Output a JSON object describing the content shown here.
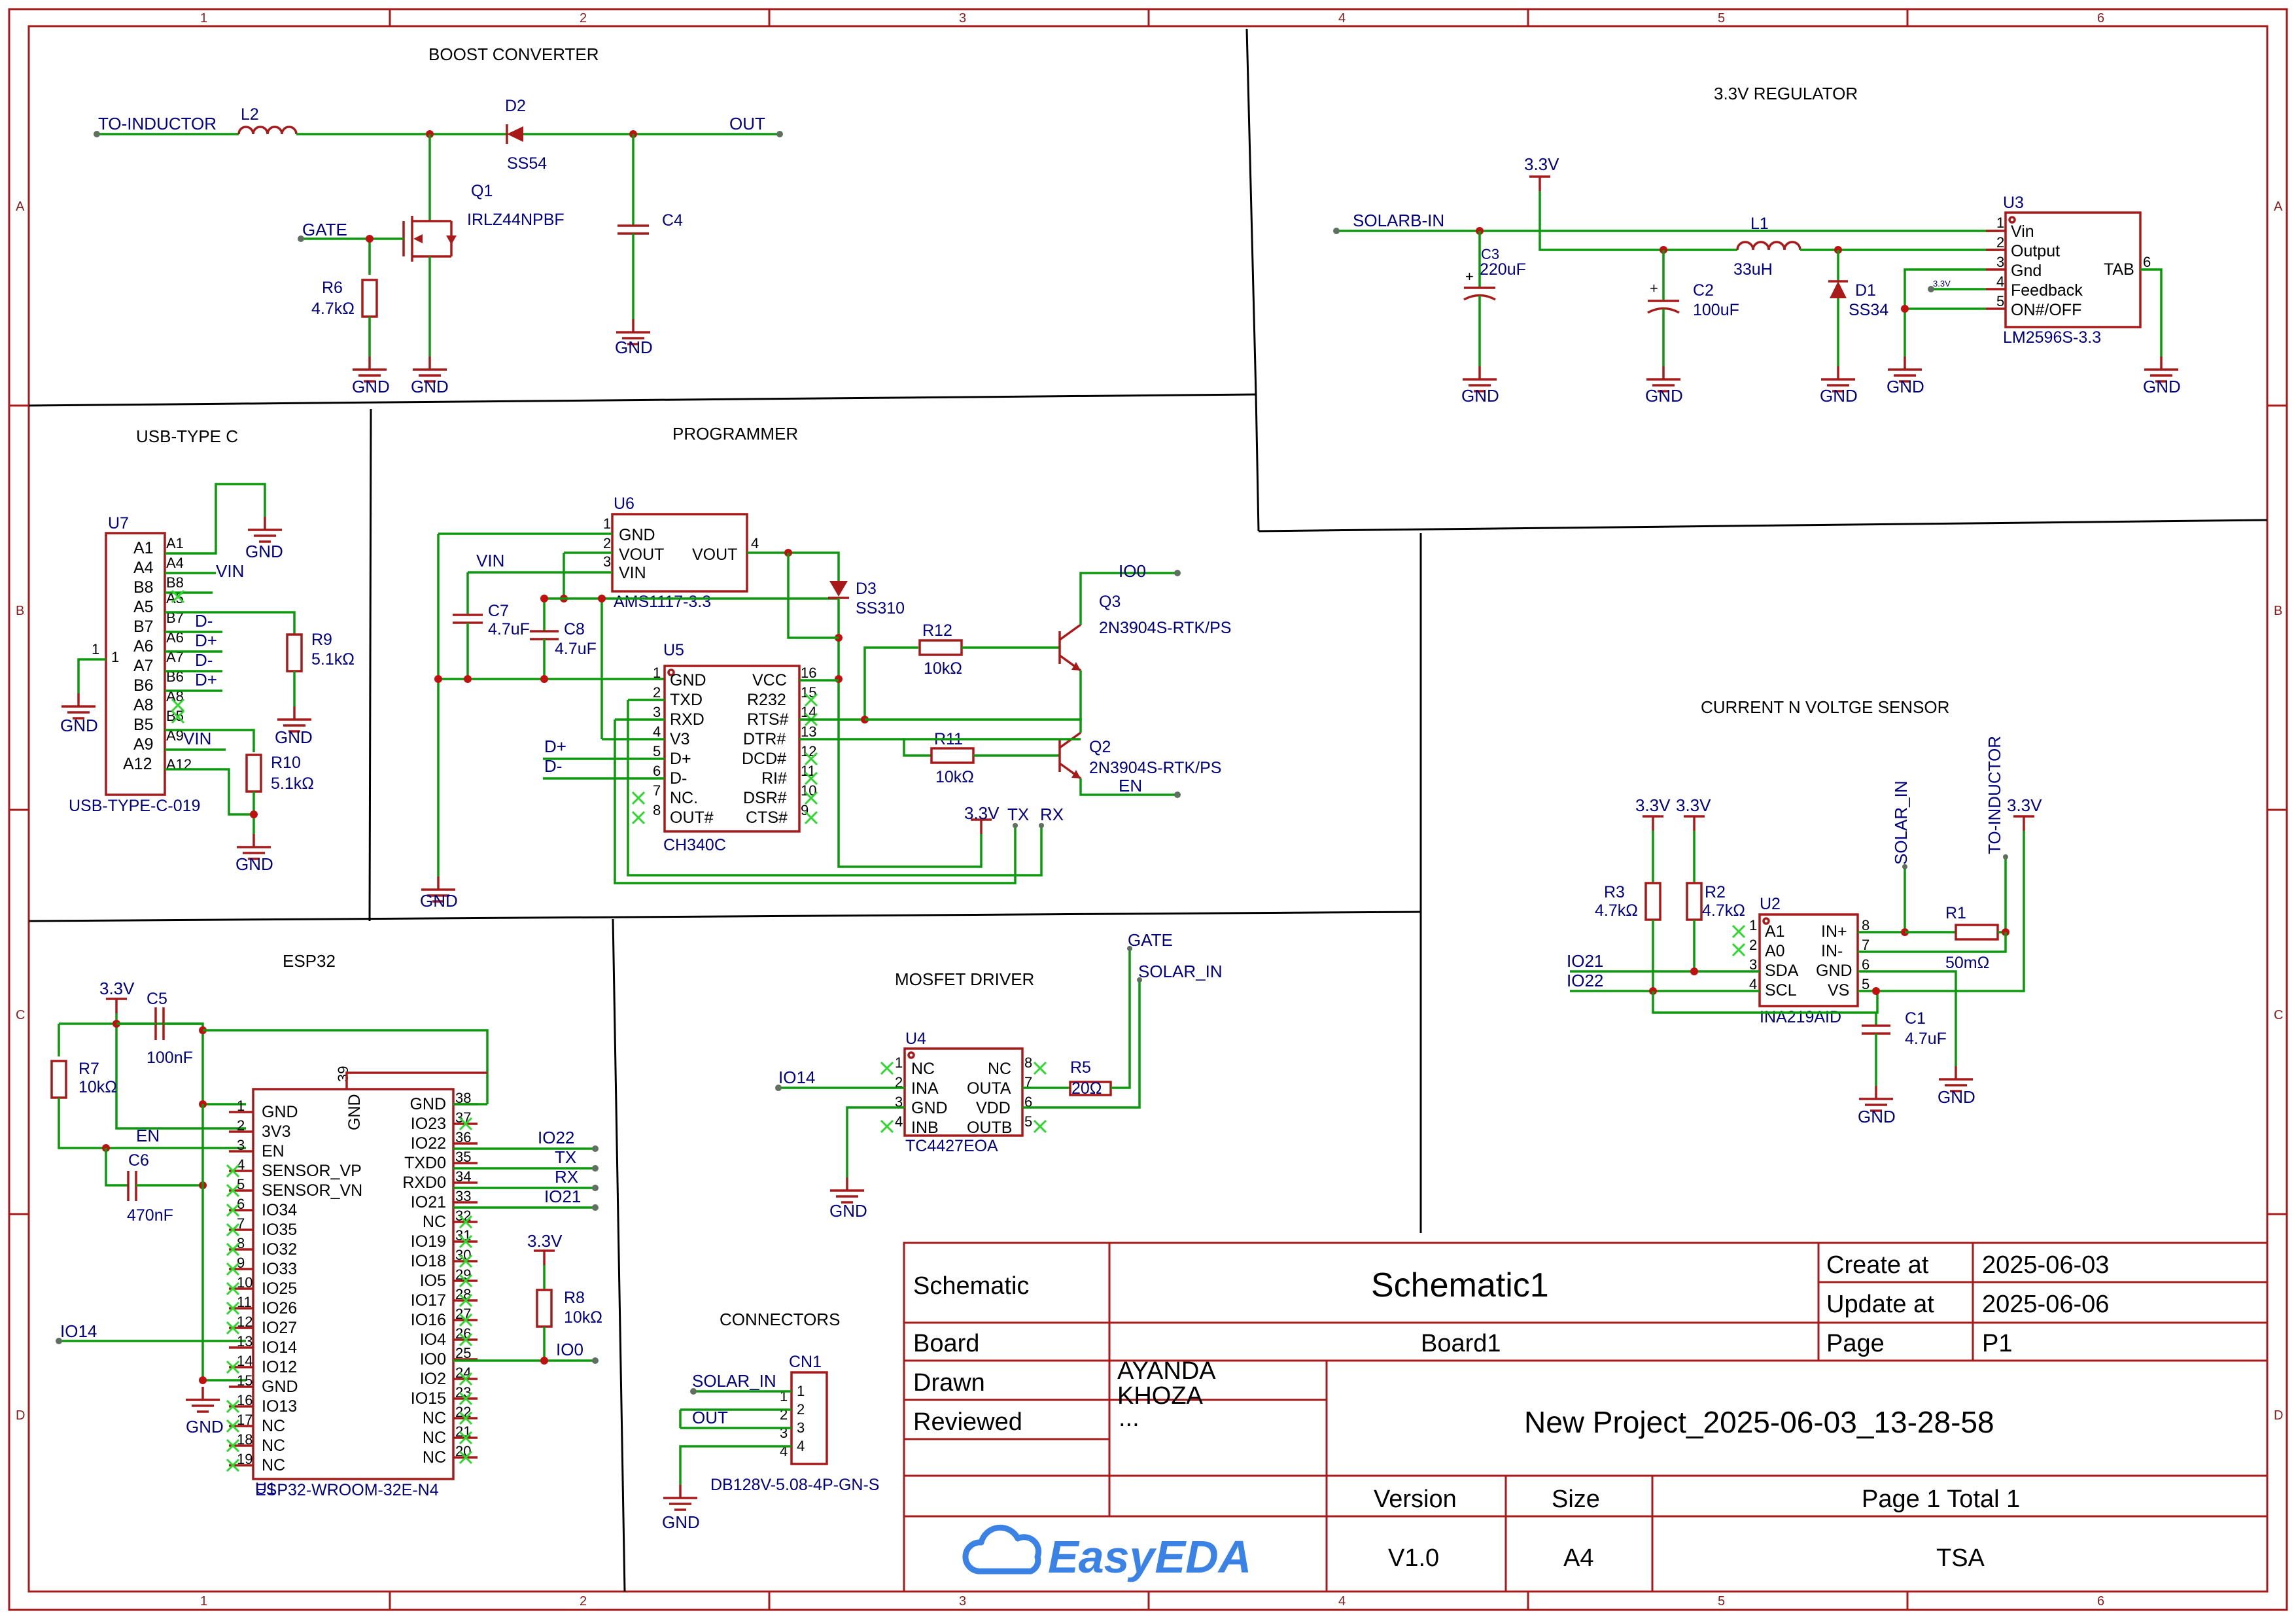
{
  "sections": {
    "boost": "BOOST CONVERTER",
    "regulator": "3.3V REGULATOR",
    "usb": "USB-TYPE C",
    "programmer": "PROGRAMMER",
    "sensor": "CURRENT N VOLTGE SENSOR",
    "esp32": "ESP32",
    "mosfet": "MOSFET DRIVER",
    "connectors": "CONNECTORS"
  },
  "nets": {
    "to_inductor": "TO-INDUCTOR",
    "out": "OUT",
    "gate": "GATE",
    "solarb_in": "SOLARB-IN",
    "solar_in": "SOLAR_IN",
    "v33": "3.3V",
    "vin": "VIN",
    "io0": "IO0",
    "en": "EN",
    "dplus": "D+",
    "dminus": "D-",
    "tx": "TX",
    "rx": "RX",
    "io14": "IO14",
    "io21": "IO21",
    "io22": "IO22",
    "gnd": "GND"
  },
  "parts": {
    "L2": {
      "ref": "L2"
    },
    "D2": {
      "ref": "D2",
      "value": "SS54"
    },
    "Q1": {
      "ref": "Q1",
      "value": "IRLZ44NPBF"
    },
    "C4": {
      "ref": "C4"
    },
    "R6": {
      "ref": "R6",
      "value": "4.7kΩ"
    },
    "C3": {
      "ref": "C3",
      "value": "220uF"
    },
    "C2": {
      "ref": "C2",
      "value": "100uF"
    },
    "L1": {
      "ref": "L1",
      "value": "33uH"
    },
    "D1": {
      "ref": "D1",
      "value": "SS34"
    },
    "U3": {
      "ref": "U3",
      "value": "LM2596S-3.3",
      "fb_label": "3.3V",
      "pins": [
        "Vin",
        "Output",
        "Gnd",
        "Feedback",
        "ON#/OFF"
      ],
      "tab": "TAB"
    },
    "U7": {
      "ref": "U7",
      "value": "USB-TYPE-C-019",
      "pins": [
        "A1",
        "A4",
        "B8",
        "A5",
        "B7",
        "A6",
        "A7",
        "B6",
        "A8",
        "B5",
        "A9",
        "A12"
      ],
      "outside": [
        "A1",
        "A4",
        "B8",
        "A5",
        "B7",
        "A6",
        "A7",
        "B6",
        "A8",
        "B5",
        "A9",
        "A12"
      ]
    },
    "R9": {
      "ref": "R9",
      "value": "5.1kΩ"
    },
    "R10": {
      "ref": "R10",
      "value": "5.1kΩ"
    },
    "U6": {
      "ref": "U6",
      "value": "AMS1117-3.3",
      "pins": [
        "GND",
        "VOUT",
        "VIN"
      ],
      "right_pin": "VOUT"
    },
    "C7": {
      "ref": "C7",
      "value": "4.7uF"
    },
    "C8": {
      "ref": "C8",
      "value": "4.7uF"
    },
    "D3": {
      "ref": "D3",
      "value": "SS310"
    },
    "U5": {
      "ref": "U5",
      "value": "CH340C",
      "left": [
        "GND",
        "TXD",
        "RXD",
        "V3",
        "D+",
        "D-",
        "NC.",
        "OUT#"
      ],
      "right": [
        "VCC",
        "R232",
        "RTS#",
        "DTR#",
        "DCD#",
        "RI#",
        "DSR#",
        "CTS#"
      ]
    },
    "R12": {
      "ref": "R12",
      "value": "10kΩ"
    },
    "R11": {
      "ref": "R11",
      "value": "10kΩ"
    },
    "Q3": {
      "ref": "Q3",
      "value": "2N3904S-RTK/PS"
    },
    "Q2": {
      "ref": "Q2",
      "value": "2N3904S-RTK/PS"
    },
    "R3": {
      "ref": "R3",
      "value": "4.7kΩ"
    },
    "R2": {
      "ref": "R2",
      "value": "4.7kΩ"
    },
    "U2": {
      "ref": "U2",
      "value": "INA219AID",
      "left": [
        "A1",
        "A0",
        "SDA",
        "SCL"
      ],
      "right": [
        "IN+",
        "IN-",
        "GND",
        "VS"
      ]
    },
    "R1": {
      "ref": "R1",
      "value": "50mΩ"
    },
    "C1": {
      "ref": "C1",
      "value": "4.7uF"
    },
    "R7": {
      "ref": "R7",
      "value": "10kΩ"
    },
    "C5": {
      "ref": "C5",
      "value": "100nF"
    },
    "C6": {
      "ref": "C6",
      "value": "470nF"
    },
    "U1": {
      "ref": "U1",
      "value": "ESP32-WROOM-32E-N4",
      "center": "GND",
      "top_pin": "39",
      "left": [
        "GND",
        "3V3",
        "EN",
        "SENSOR_VP",
        "SENSOR_VN",
        "IO34",
        "IO35",
        "IO32",
        "IO33",
        "IO25",
        "IO26",
        "IO27",
        "IO14",
        "IO12",
        "GND",
        "IO13",
        "NC",
        "NC",
        "NC"
      ],
      "right": [
        "GND",
        "IO23",
        "IO22",
        "TXD0",
        "RXD0",
        "IO21",
        "NC",
        "IO19",
        "IO18",
        "IO5",
        "IO17",
        "IO16",
        "IO4",
        "IO0",
        "IO2",
        "IO15",
        "NC",
        "NC",
        "NC"
      ]
    },
    "R8": {
      "ref": "R8",
      "value": "10kΩ"
    },
    "U4": {
      "ref": "U4",
      "value": "TC4427EOA",
      "left": [
        "NC",
        "INA",
        "GND",
        "INB"
      ],
      "right": [
        "NC",
        "OUTA",
        "VDD",
        "OUTB"
      ]
    },
    "R5": {
      "ref": "R5",
      "value": "20Ω"
    },
    "CN1": {
      "ref": "CN1",
      "value": "DB128V-5.08-4P-GN-S"
    }
  },
  "title_block": {
    "schematic_label": "Schematic",
    "schematic_name": "Schematic1",
    "create_label": "Create at",
    "create_date": "2025-06-03",
    "update_label": "Update at",
    "update_date": "2025-06-06",
    "board_label": "Board",
    "board_name": "Board1",
    "page_label": "Page",
    "page_value": "P1",
    "drawn_label": "Drawn",
    "drawn_line1": "AYANDA",
    "drawn_line2": "KHOZA",
    "reviewed_label": "Reviewed",
    "reviewed_value": "...",
    "project_name": "New Project_2025-06-03_13-28-58",
    "version_label": "Version",
    "version_value": "V1.0",
    "size_label": "Size",
    "size_value": "A4",
    "page_total": "Page  1  Total  1",
    "company": "TSA",
    "logo_text": "EasyEDA"
  },
  "frame": {
    "columns": [
      "1",
      "2",
      "3",
      "4",
      "5",
      "6"
    ],
    "rows": [
      "A",
      "B",
      "C",
      "D"
    ]
  }
}
